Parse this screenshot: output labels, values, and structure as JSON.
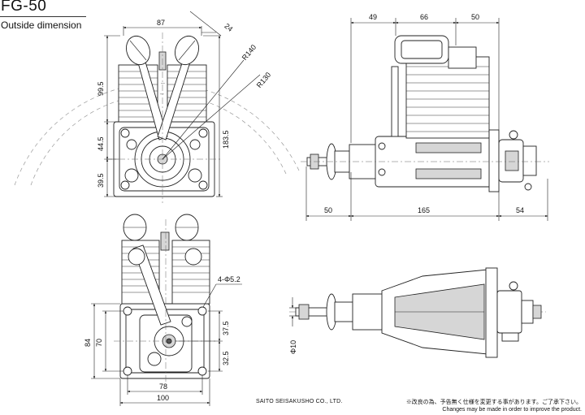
{
  "header": {
    "model": "FG-50",
    "subtitle": "Outside dimension"
  },
  "front_view": {
    "width_top": "87",
    "angle_dim": "24",
    "radius_1": "R140",
    "radius_2": "R130",
    "height_upper": "99.5",
    "height_mid": "44.5",
    "height_lower": "39.5",
    "height_total": "183.5"
  },
  "side_view": {
    "top_left": "49",
    "top_mid": "66",
    "top_right": "50",
    "bottom_left": "50",
    "bottom_mid": "165",
    "bottom_right": "54"
  },
  "rear_view": {
    "hole_callout": "4-Φ5.2",
    "height_total": "84",
    "height_inner": "70",
    "right_upper": "37.5",
    "right_lower": "32.5",
    "width_inner": "78",
    "width_total": "100"
  },
  "top_view": {
    "shaft_dia": "Φ10"
  },
  "footer": {
    "company": "SAITO SEISAKUSHO CO., LTD.",
    "note_jp": "※改良の為、予告無く仕様を変更する事があります。ご了承下さい。",
    "note_en": "Changes may be made in order to improve the product."
  }
}
